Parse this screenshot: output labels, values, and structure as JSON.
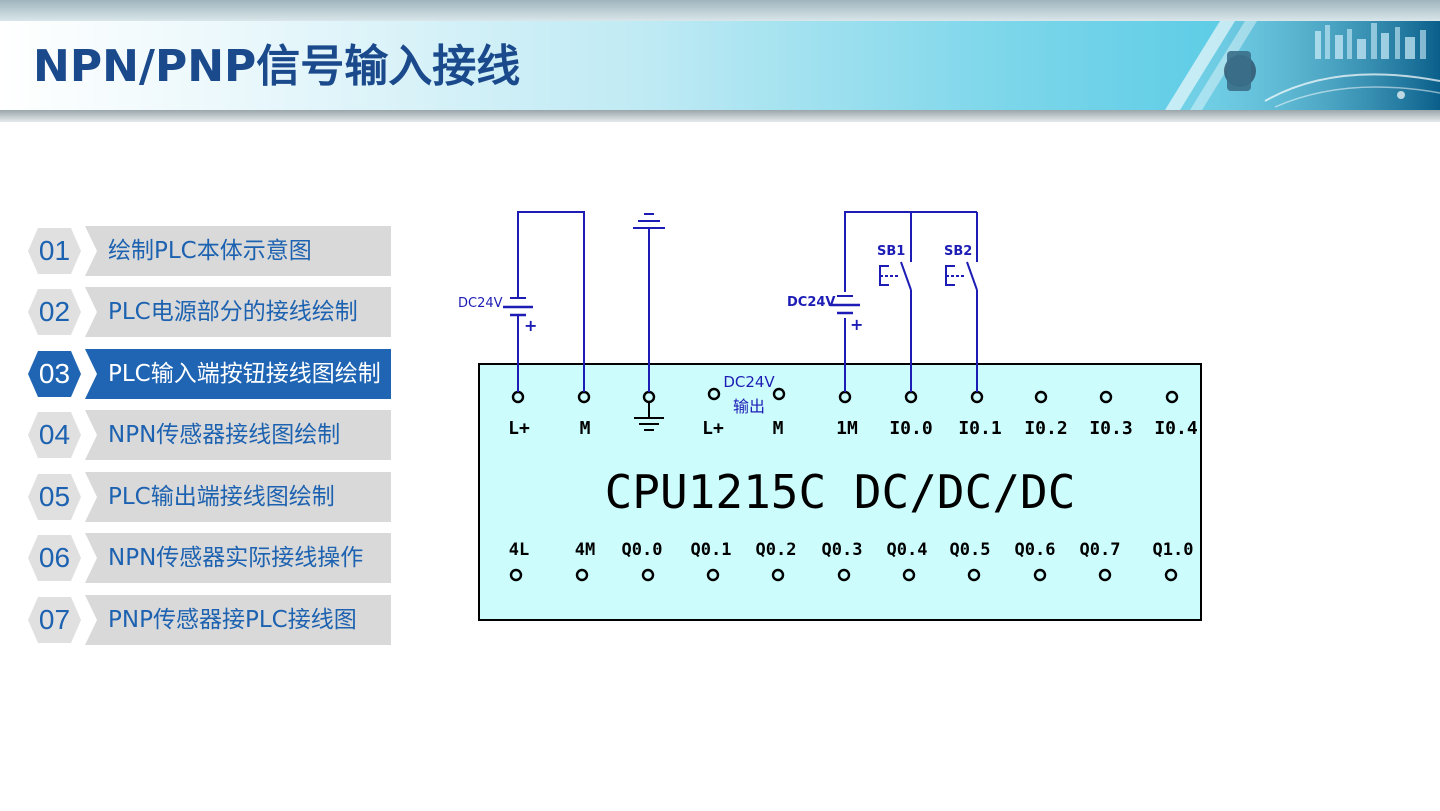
{
  "page": {
    "title": "NPN/PNP信号输入接线"
  },
  "menu": [
    {
      "num": "01",
      "label": "绘制PLC本体示意图",
      "active": false
    },
    {
      "num": "02",
      "label": "PLC电源部分的接线绘制",
      "active": false
    },
    {
      "num": "03",
      "label": "PLC输入端按钮接线图绘制",
      "active": true
    },
    {
      "num": "04",
      "label": "NPN传感器接线图绘制",
      "active": false
    },
    {
      "num": "05",
      "label": "PLC输出端接线图绘制",
      "active": false
    },
    {
      "num": "06",
      "label": "NPN传感器实际接线操作",
      "active": false
    },
    {
      "num": "07",
      "label": "PNP传感器接PLC接线图",
      "active": false
    }
  ],
  "diagram": {
    "model": "CPU1215C DC/DC/DC",
    "top_terminals": [
      "L+",
      "M",
      "",
      "L+",
      "M",
      "1M",
      "I0.0",
      "I0.1",
      "I0.2",
      "I0.3",
      "I0.4"
    ],
    "bottom_terminals": [
      "4L",
      "4M",
      "Q0.0",
      "Q0.1",
      "Q0.2",
      "Q0.3",
      "Q0.4",
      "Q0.5",
      "Q0.6",
      "Q0.7",
      "Q1.0"
    ],
    "output_label_line1": "DC24V",
    "output_label_line2": "输出",
    "supply_left": {
      "label": "DC24V",
      "plus": "+"
    },
    "supply_right": {
      "label": "DC24V",
      "plus": "+"
    },
    "switches": [
      {
        "label": "SB1"
      },
      {
        "label": "SB2"
      }
    ],
    "colors": {
      "wire": "#1d1db5",
      "box_fill": "#ccfcfc",
      "box_stroke": "#000000",
      "text": "#000000"
    }
  }
}
